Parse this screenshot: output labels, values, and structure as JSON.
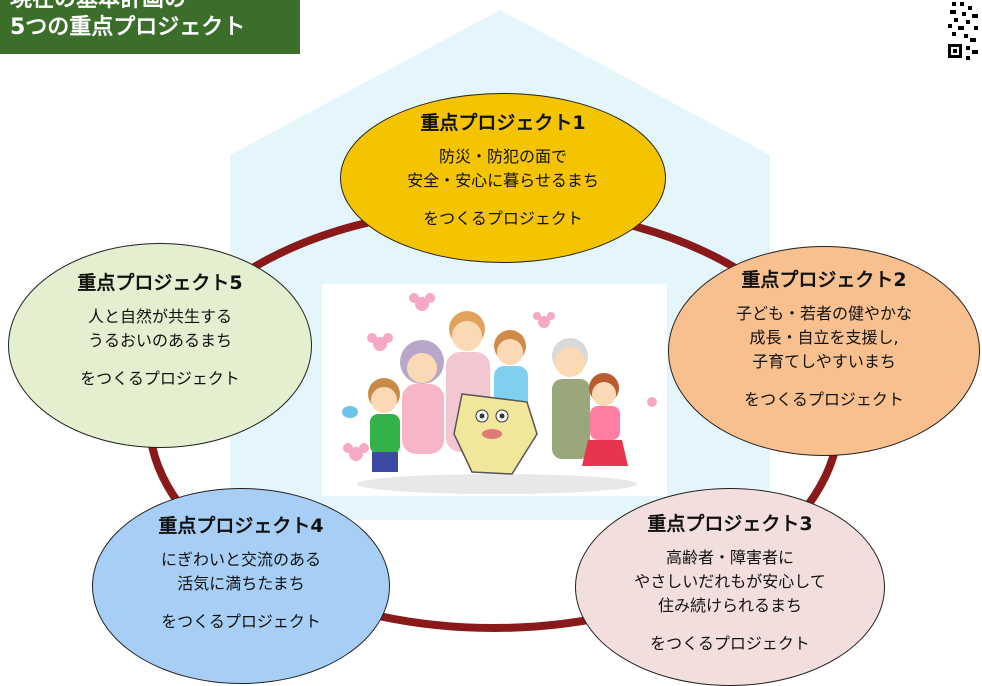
{
  "header": {
    "title_line1": "現在の基本計画の",
    "title_line2": "5つの重点プロジェクト"
  },
  "projects": [
    {
      "title": "重点プロジェクト1",
      "lines": [
        "防災・防犯の面で",
        "安全・安心に暮らせるまち"
      ],
      "suffix": "をつくるプロジェクト",
      "color": "#f5c400"
    },
    {
      "title": "重点プロジェクト2",
      "lines": [
        "子ども・若者の健やかな",
        "成長・自立を支援し,",
        "子育てしやすいまち"
      ],
      "suffix": "をつくるプロジェクト",
      "color": "#f7c08e"
    },
    {
      "title": "重点プロジェクト3",
      "lines": [
        "高齢者・障害者に",
        "やさしいだれもが安心して",
        "住み続けられるまち"
      ],
      "suffix": "をつくるプロジェクト",
      "color": "#f3dede"
    },
    {
      "title": "重点プロジェクト4",
      "lines": [
        "にぎわいと交流のある",
        "活気に満ちたまち"
      ],
      "suffix": "をつくるプロジェクト",
      "color": "#a7cff5"
    },
    {
      "title": "重点プロジェクト5",
      "lines": [
        "人と自然が共生する",
        "うるおいのあるまち"
      ],
      "suffix": "をつくるプロジェクト",
      "color": "#e3efcf"
    }
  ],
  "colors": {
    "house": "#e4f6fb",
    "ring": "#8a1a1a",
    "header_bg": "#3a6e2a"
  },
  "illustration": {
    "icon": "family-illustration"
  },
  "qr": {
    "icon": "qr-code-icon"
  }
}
